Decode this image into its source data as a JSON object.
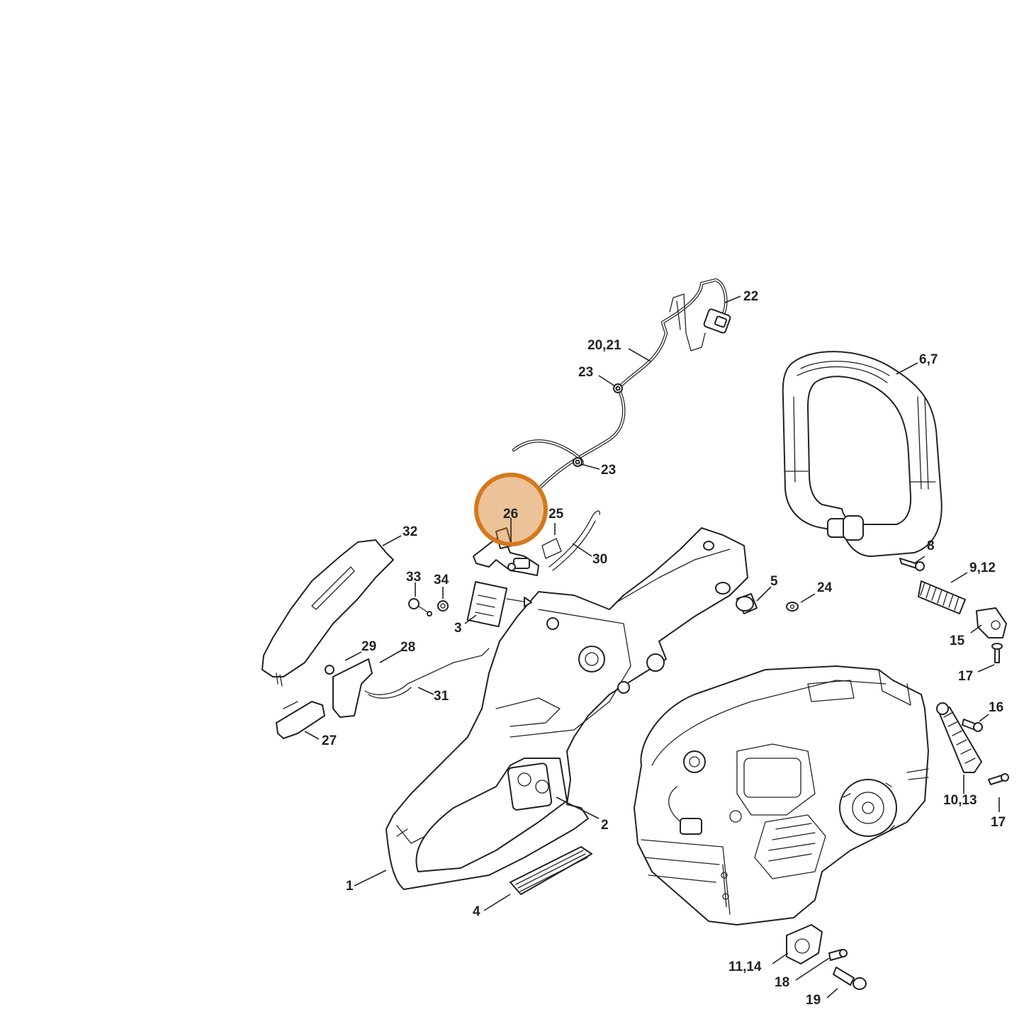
{
  "diagram": {
    "highlight_color": "#d4781c",
    "highlighted_label": "26",
    "labels": {
      "l1": "1",
      "l2": "2",
      "l3": "3",
      "l4": "4",
      "l5": "5",
      "l6_7": "6,7",
      "l8": "8",
      "l9_12": "9,12",
      "l10_13": "10,13",
      "l11_14": "11,14",
      "l15": "15",
      "l16": "16",
      "l17a": "17",
      "l17b": "17",
      "l18": "18",
      "l19": "19",
      "l20_21": "20,21",
      "l22": "22",
      "l23a": "23",
      "l23b": "23",
      "l24": "24",
      "l25": "25",
      "l26": "26",
      "l27": "27",
      "l28": "28",
      "l29": "29",
      "l30": "30",
      "l31": "31",
      "l32": "32",
      "l33": "33",
      "l34": "34"
    }
  }
}
